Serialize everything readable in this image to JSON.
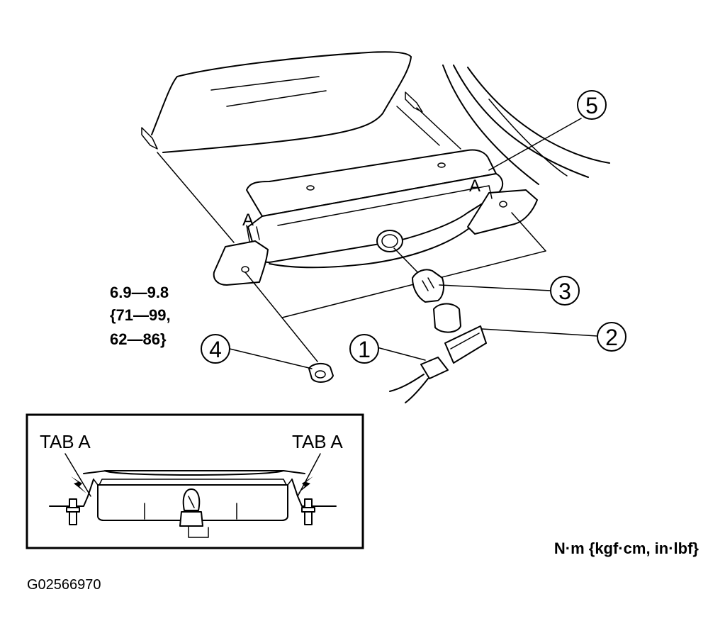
{
  "diagram": {
    "callouts": {
      "c1": "1",
      "c2": "2",
      "c3": "3",
      "c4": "4",
      "c5": "5"
    },
    "tab_markers": {
      "left": "A",
      "right": "A"
    },
    "torque": {
      "line1": "6.9—9.8",
      "line2": "{71—99,",
      "line3": "62—86}"
    },
    "inset": {
      "tab_left": "TAB A",
      "tab_right": "TAB A"
    },
    "units": "N·m {kgf·cm, in·lbf}",
    "figure_id": "G02566970"
  }
}
